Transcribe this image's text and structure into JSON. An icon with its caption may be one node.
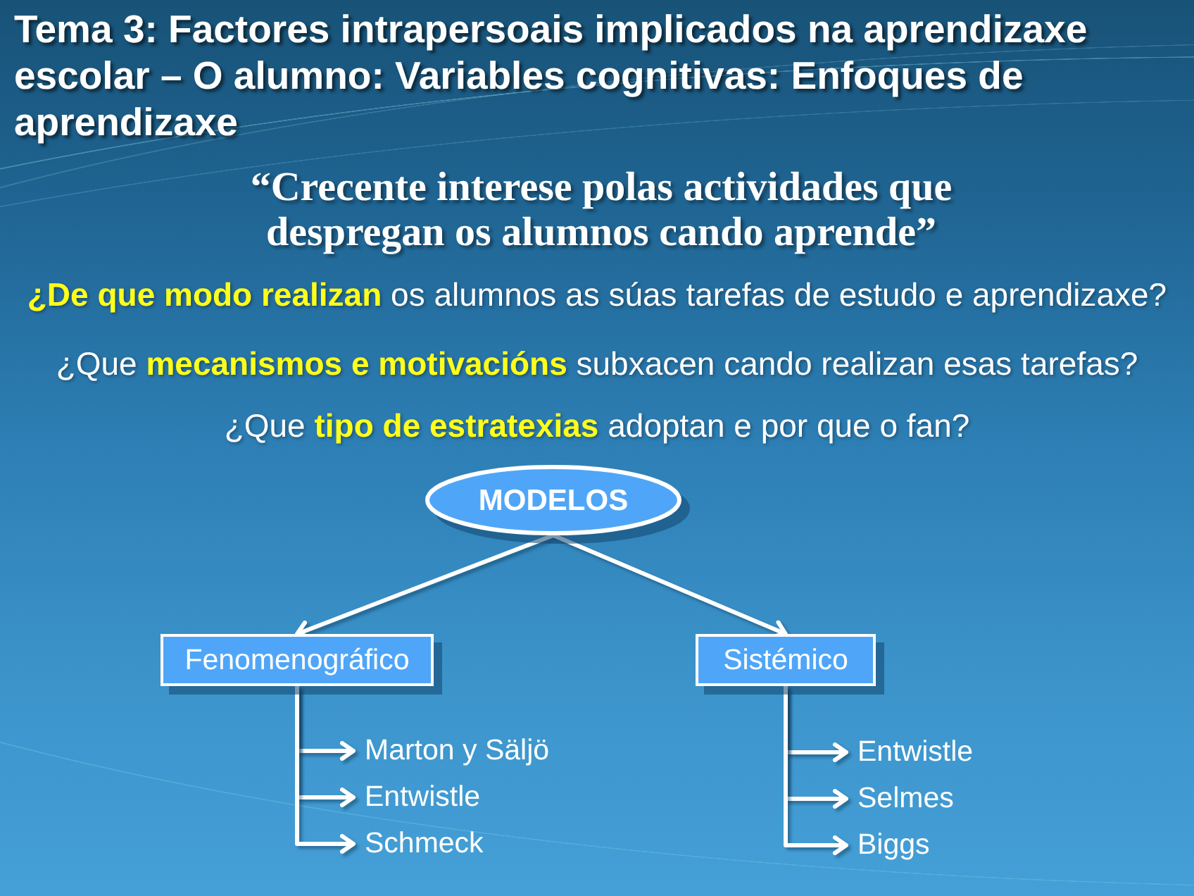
{
  "diagram": {
    "title": "Tema 3: Factores intrapersoais implicados na aprendizaxe escolar – O alumno: Variables cognitivas: Enfoques de aprendizaxe",
    "nodes": [
      {
        "text": [
          "MODELOS"
        ]
      },
      {
        "text": [
          "Fenomenográfico"
        ]
      },
      {
        "text": [
          "Sistémico"
        ]
      },
      {
        "text": [
          "Marton y Säljö"
        ]
      },
      {
        "text": [
          "Entwistle"
        ]
      },
      {
        "text": [
          "Schmeck"
        ]
      },
      {
        "text": [
          "Entwistle"
        ]
      },
      {
        "text": [
          "Selmes"
        ]
      },
      {
        "text": [
          "Biggs"
        ]
      }
    ],
    "edges": [
      {
        "from": 0,
        "to": 1,
        "arrow": "to"
      },
      {
        "from": 0,
        "to": 2,
        "arrow": "to"
      },
      {
        "from": 1,
        "to": 3,
        "arrow": "to"
      },
      {
        "from": 1,
        "to": 4,
        "arrow": "to"
      },
      {
        "from": 1,
        "to": 5,
        "arrow": "to"
      },
      {
        "from": 2,
        "to": 6,
        "arrow": "to"
      },
      {
        "from": 2,
        "to": 7,
        "arrow": "to"
      },
      {
        "from": 2,
        "to": 8,
        "arrow": "to"
      }
    ],
    "labels": [
      "“Crecente interese polas actividades que despregan os alumnos cando aprende”",
      "**¿De que modo realizan** os alumnos as súas tarefas de estudo e aprendizaxe?",
      "¿Que **mecanismos e motivacións** subxacen cando realizan esas tarefas?",
      "¿Que **tipo de estratexias** adoptan e por que o fan?"
    ]
  }
}
